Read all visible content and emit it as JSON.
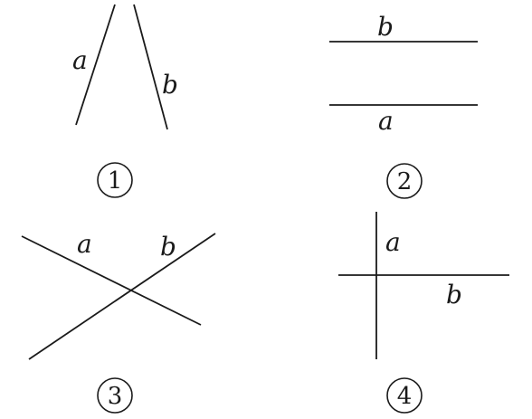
{
  "figures": [
    {
      "number": "1",
      "label_a": "a",
      "label_b": "b"
    },
    {
      "number": "2",
      "label_a": "a",
      "label_b": "b"
    },
    {
      "number": "3",
      "label_a": "a",
      "label_b": "b"
    },
    {
      "number": "4",
      "label_a": "a",
      "label_b": "b"
    }
  ]
}
